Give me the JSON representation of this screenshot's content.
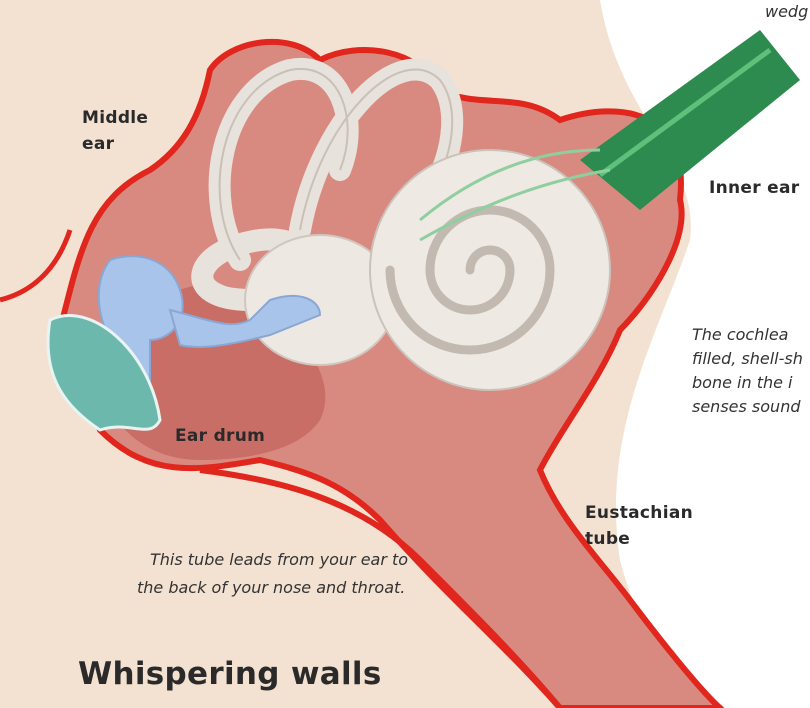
{
  "labels": {
    "middle_ear_line1": "Middle",
    "middle_ear_line2": "ear",
    "inner_ear": "Inner ear",
    "ear_drum": "Ear drum",
    "eustachian_line1": "Eustachian",
    "eustachian_line2": "tube"
  },
  "text": {
    "top_fragment": "wedg",
    "cochlea_line1": "The cochlea",
    "cochlea_line2": "filled, shell-sh",
    "cochlea_line3": "bone in the i",
    "cochlea_line4": "senses sound",
    "tube_line1": "This tube leads from your ear to",
    "tube_line2": "the back of your nose and throat."
  },
  "heading": "Whispering walls",
  "colors": {
    "tissue": "#f1dcc8",
    "cavity": "#d97a73",
    "outline": "#e0261d",
    "bone": "#ece7e1",
    "ossicle": "#a9c4ea",
    "eardrum": "#6db8ad",
    "nerve": "#2e8b4f"
  }
}
